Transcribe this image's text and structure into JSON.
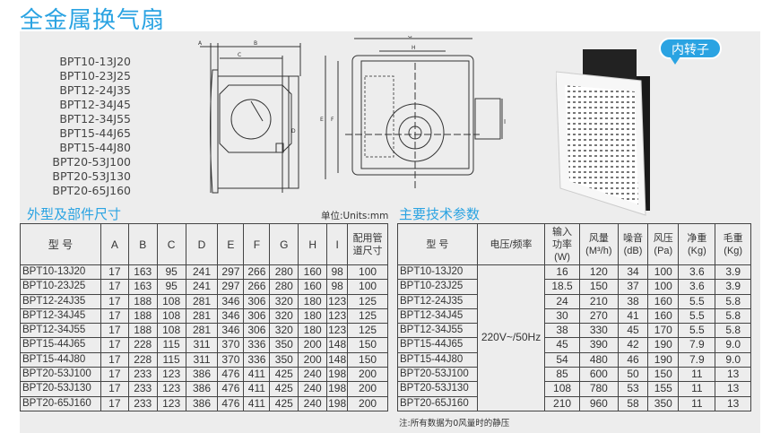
{
  "title": "全金属换气扇",
  "models": [
    "BPT10-13J20",
    "BPT10-23J25",
    "BPT12-24J35",
    "BPT12-34J45",
    "BPT12-34J55",
    "BPT15-44J65",
    "BPT15-44J80",
    "BPT20-53J100",
    "BPT20-53J130",
    "BPT20-65J160"
  ],
  "drawing_labels": {
    "A": "A",
    "B": "B",
    "C": "C",
    "D": "D",
    "E": "E",
    "F": "F",
    "G": "G",
    "H": "H",
    "I": "I"
  },
  "badge": "内转子",
  "dims": {
    "title": "外型及部件尺寸",
    "unit": "单位:Units:mm",
    "headers": [
      "型 号",
      "A",
      "B",
      "C",
      "D",
      "E",
      "F",
      "G",
      "H",
      "I",
      "配用管道尺寸"
    ],
    "rows": [
      [
        "BPT10-13J20",
        "17",
        "163",
        "95",
        "241",
        "297",
        "266",
        "280",
        "160",
        "98",
        "100"
      ],
      [
        "BPT10-23J25",
        "17",
        "163",
        "95",
        "241",
        "297",
        "266",
        "280",
        "160",
        "98",
        "100"
      ],
      [
        "BPT12-24J35",
        "17",
        "188",
        "108",
        "281",
        "346",
        "306",
        "320",
        "180",
        "123",
        "125"
      ],
      [
        "BPT12-34J45",
        "17",
        "188",
        "108",
        "281",
        "346",
        "306",
        "320",
        "180",
        "123",
        "125"
      ],
      [
        "BPT12-34J55",
        "17",
        "188",
        "108",
        "281",
        "346",
        "306",
        "320",
        "180",
        "123",
        "125"
      ],
      [
        "BPT15-44J65",
        "17",
        "228",
        "115",
        "311",
        "370",
        "336",
        "350",
        "200",
        "148",
        "150"
      ],
      [
        "BPT15-44J80",
        "17",
        "228",
        "115",
        "311",
        "370",
        "336",
        "350",
        "200",
        "148",
        "150"
      ],
      [
        "BPT20-53J100",
        "17",
        "233",
        "123",
        "386",
        "476",
        "411",
        "425",
        "240",
        "198",
        "200"
      ],
      [
        "BPT20-53J130",
        "17",
        "233",
        "123",
        "386",
        "476",
        "411",
        "425",
        "240",
        "198",
        "200"
      ],
      [
        "BPT20-65J160",
        "17",
        "233",
        "123",
        "386",
        "476",
        "411",
        "425",
        "240",
        "198",
        "200"
      ]
    ]
  },
  "specs": {
    "title": "主要技术参数",
    "headers": [
      "型 号",
      "电压/频率",
      "输入功率(W)",
      "风量(M³/h)",
      "噪音(dB)",
      "风压(Pa)",
      "净重(Kg)",
      "毛重(Kg)"
    ],
    "voltage": "220V~/50Hz",
    "rows": [
      [
        "BPT10-13J20",
        "16",
        "120",
        "34",
        "100",
        "3.6",
        "3.9"
      ],
      [
        "BPT10-23J25",
        "18.5",
        "150",
        "37",
        "100",
        "3.6",
        "3.9"
      ],
      [
        "BPT12-24J35",
        "24",
        "210",
        "38",
        "160",
        "5.5",
        "5.8"
      ],
      [
        "BPT12-34J45",
        "30",
        "270",
        "41",
        "160",
        "5.5",
        "5.8"
      ],
      [
        "BPT12-34J55",
        "38",
        "330",
        "45",
        "170",
        "5.5",
        "5.8"
      ],
      [
        "BPT15-44J65",
        "45",
        "390",
        "42",
        "190",
        "7.9",
        "9.0"
      ],
      [
        "BPT15-44J80",
        "54",
        "480",
        "46",
        "190",
        "7.9",
        "9.0"
      ],
      [
        "BPT20-53J100",
        "85",
        "600",
        "50",
        "150",
        "11",
        "13"
      ],
      [
        "BPT20-53J130",
        "108",
        "780",
        "53",
        "155",
        "11",
        "13"
      ],
      [
        "BPT20-65J160",
        "210",
        "960",
        "58",
        "350",
        "11",
        "13"
      ]
    ],
    "note": "注:所有数据为0风量时的静压"
  }
}
